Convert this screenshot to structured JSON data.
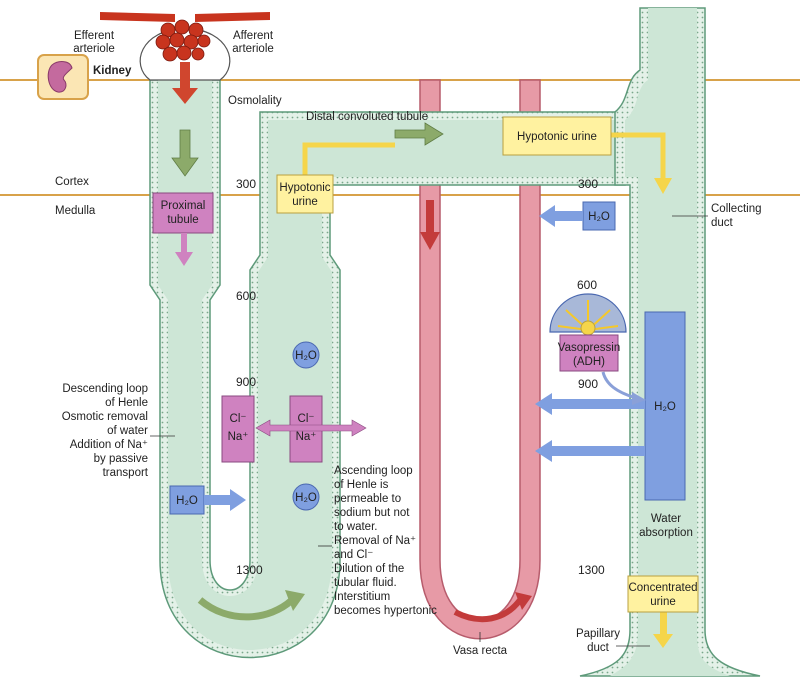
{
  "labels": {
    "efferent": [
      "Efferent",
      "arteriole"
    ],
    "afferent": [
      "Afferent",
      "arteriole"
    ],
    "kidney": "Kidney",
    "osmolality": "Osmolality",
    "cortex": "Cortex",
    "medulla": "Medulla",
    "dct": "Distal convoluted tubule",
    "collecting_duct": [
      "Collecting",
      "duct"
    ],
    "descending": [
      "Descending loop",
      "of Henle",
      "Osmotic removal",
      "of water",
      "Addition of Na⁺",
      "by passive",
      "transport"
    ],
    "ascending": [
      "Ascending loop",
      "of Henle is",
      "permeable to",
      "sodium but not",
      "to water.",
      "Removal of Na⁺",
      "and Cl⁻",
      "Dilution of the",
      "tubular fluid.",
      "Interstitium",
      "becomes hypertonic"
    ],
    "vasa_recta": "Vasa recta",
    "papillary_duct": [
      "Papillary",
      "duct"
    ],
    "water_absorption": [
      "Water",
      "absorption"
    ]
  },
  "boxes": {
    "proximal": [
      "Proximal",
      "tubule"
    ],
    "hypotonic_left": [
      "Hypotonic",
      "urine"
    ],
    "hypotonic_top": "Hypotonic urine",
    "cl_na_left": [
      "Cl⁻",
      "Na⁺"
    ],
    "cl_na_right": [
      "Cl⁻",
      "Na⁺"
    ],
    "vasopressin": [
      "Vasopressin",
      "(ADH)"
    ],
    "concentrated": [
      "Concentrated",
      "urine"
    ],
    "h2o": "H₂O"
  },
  "osmolality_values": {
    "left_300": "300",
    "left_600": "600",
    "left_900": "900",
    "left_1300": "1300",
    "right_300": "300",
    "right_600": "600",
    "right_900": "900",
    "right_1300": "1300"
  },
  "colors": {
    "tubule_fill": "#cde6d6",
    "tubule_stroke": "#5e9a7a",
    "vessel_fill": "#e79aa6",
    "vessel_stroke": "#b75c6c",
    "zone_line": "#d8a24a",
    "yellow": "#fff2a0",
    "purple": "#cf82c0",
    "blue": "#7f9fe0",
    "red": "#c8341e",
    "arrow_green": "#8caa6a"
  }
}
